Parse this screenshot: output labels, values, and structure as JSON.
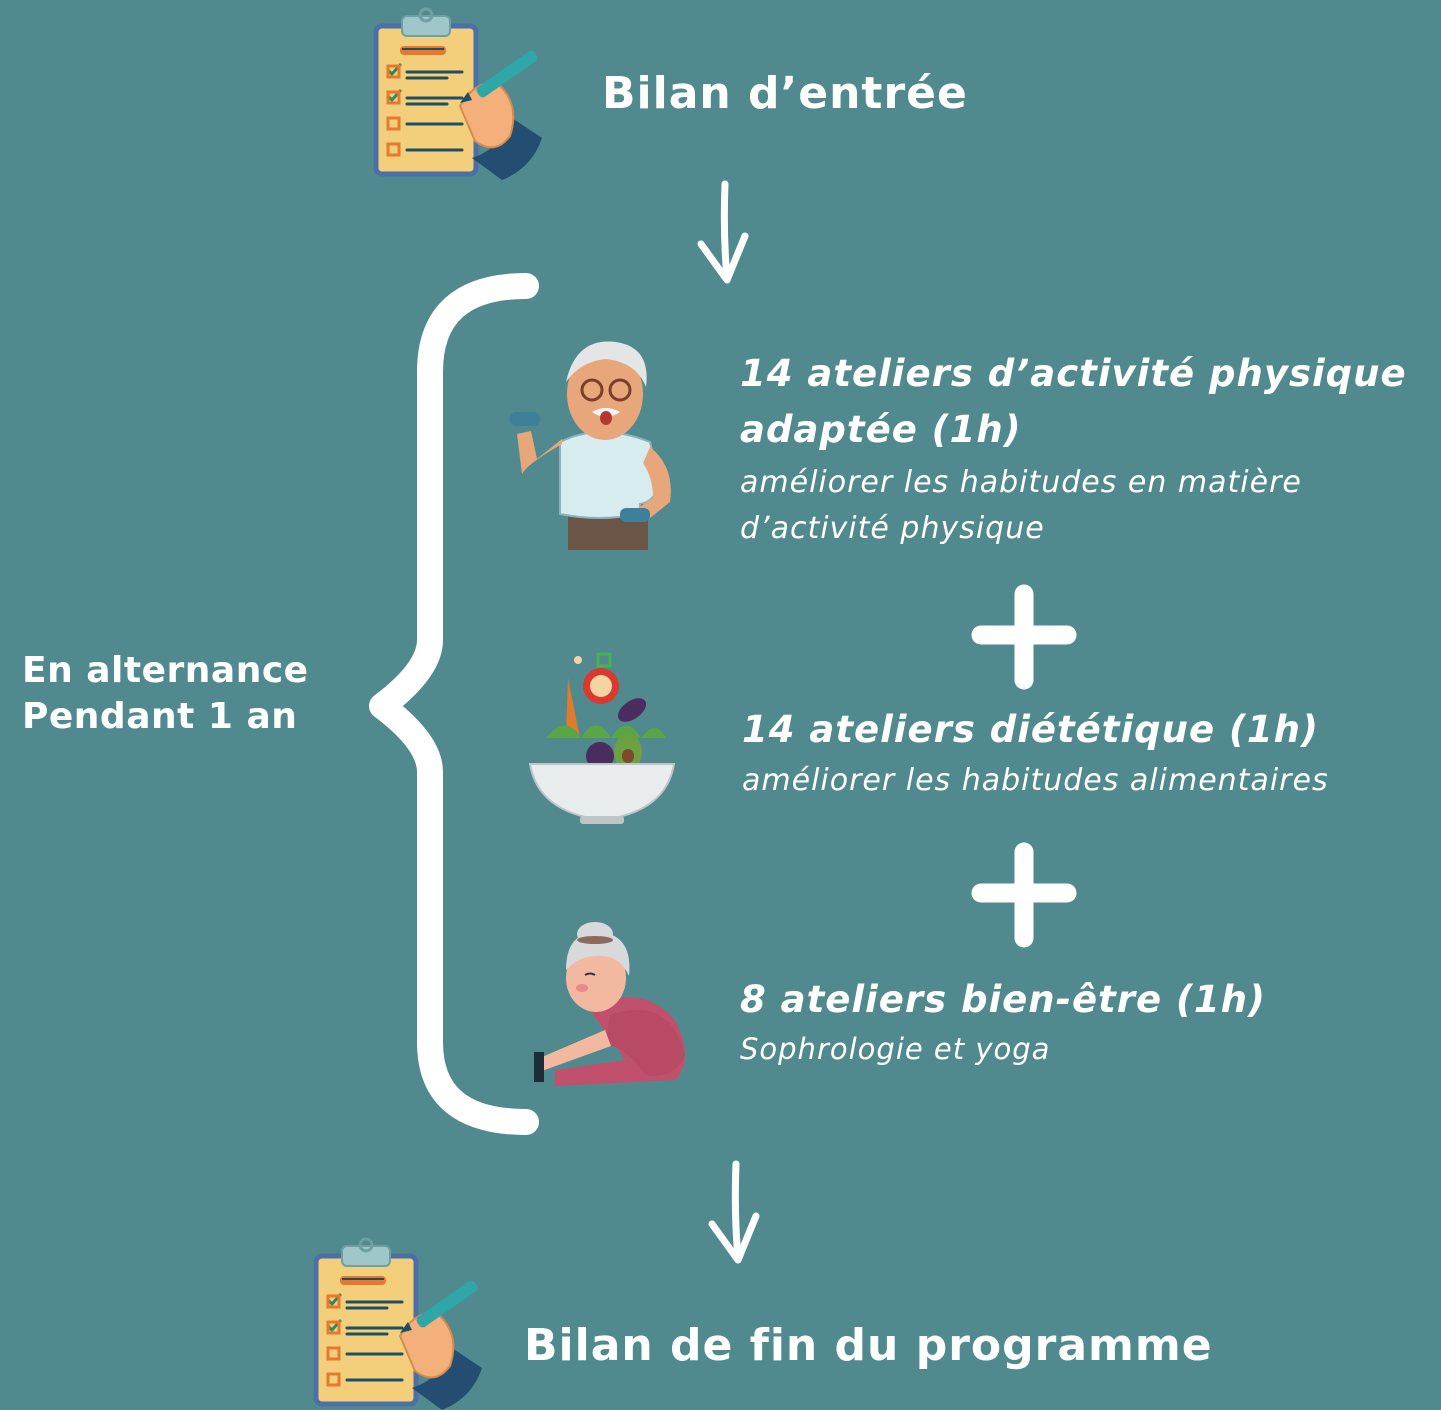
{
  "entry": {
    "title": "Bilan d’entrée",
    "icon": "clipboard-checklist-icon"
  },
  "end": {
    "title": "Bilan de fin du programme",
    "icon": "clipboard-checklist-icon"
  },
  "side_label": {
    "line1": "En alternance",
    "line2": "Pendant 1 an"
  },
  "items": [
    {
      "title_line1": "14 ateliers d’activité physique",
      "title_line2": "adaptée (1h)",
      "desc_line1": "améliorer les habitudes en matière",
      "desc_line2": "d’activité physique",
      "icon": "elderly-man-dumbbells-icon"
    },
    {
      "title_line1": "14 ateliers diététique (1h)",
      "desc_line1": "améliorer les habitudes alimentaires",
      "icon": "salad-bowl-icon"
    },
    {
      "title_line1": "8 ateliers bien-être (1h)",
      "desc_line1": "Sophrologie et yoga",
      "icon": "elderly-woman-stretching-icon"
    }
  ],
  "colors": {
    "background": "#508A8F",
    "foreground": "#FFFFFF"
  }
}
